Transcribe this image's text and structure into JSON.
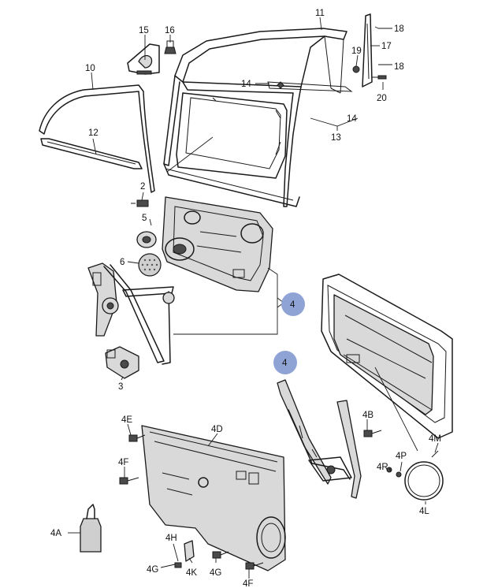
{
  "labels": {
    "l11": "11",
    "l15": "15",
    "l16": "16",
    "l18a": "18",
    "l17": "17",
    "l19": "19",
    "l18b": "18",
    "l20": "20",
    "l10": "10",
    "l14a": "14",
    "l14b": "14",
    "l13": "13",
    "l12": "12",
    "l2": "2",
    "l5": "5",
    "l6": "6",
    "l4a": "4",
    "l4b": "4",
    "l3": "3",
    "l4e": "4E",
    "l4d": "4D",
    "l4b2": "4B",
    "l4m": "4M",
    "l4f": "4F",
    "l4p": "4P",
    "l4r": "4R",
    "l4l": "4L",
    "l4a2": "4A",
    "l4h": "4H",
    "l4g1": "4G",
    "l4k": "4K",
    "l4g2": "4G",
    "l4f2": "4F"
  },
  "callout_color": "#8fa4d4"
}
